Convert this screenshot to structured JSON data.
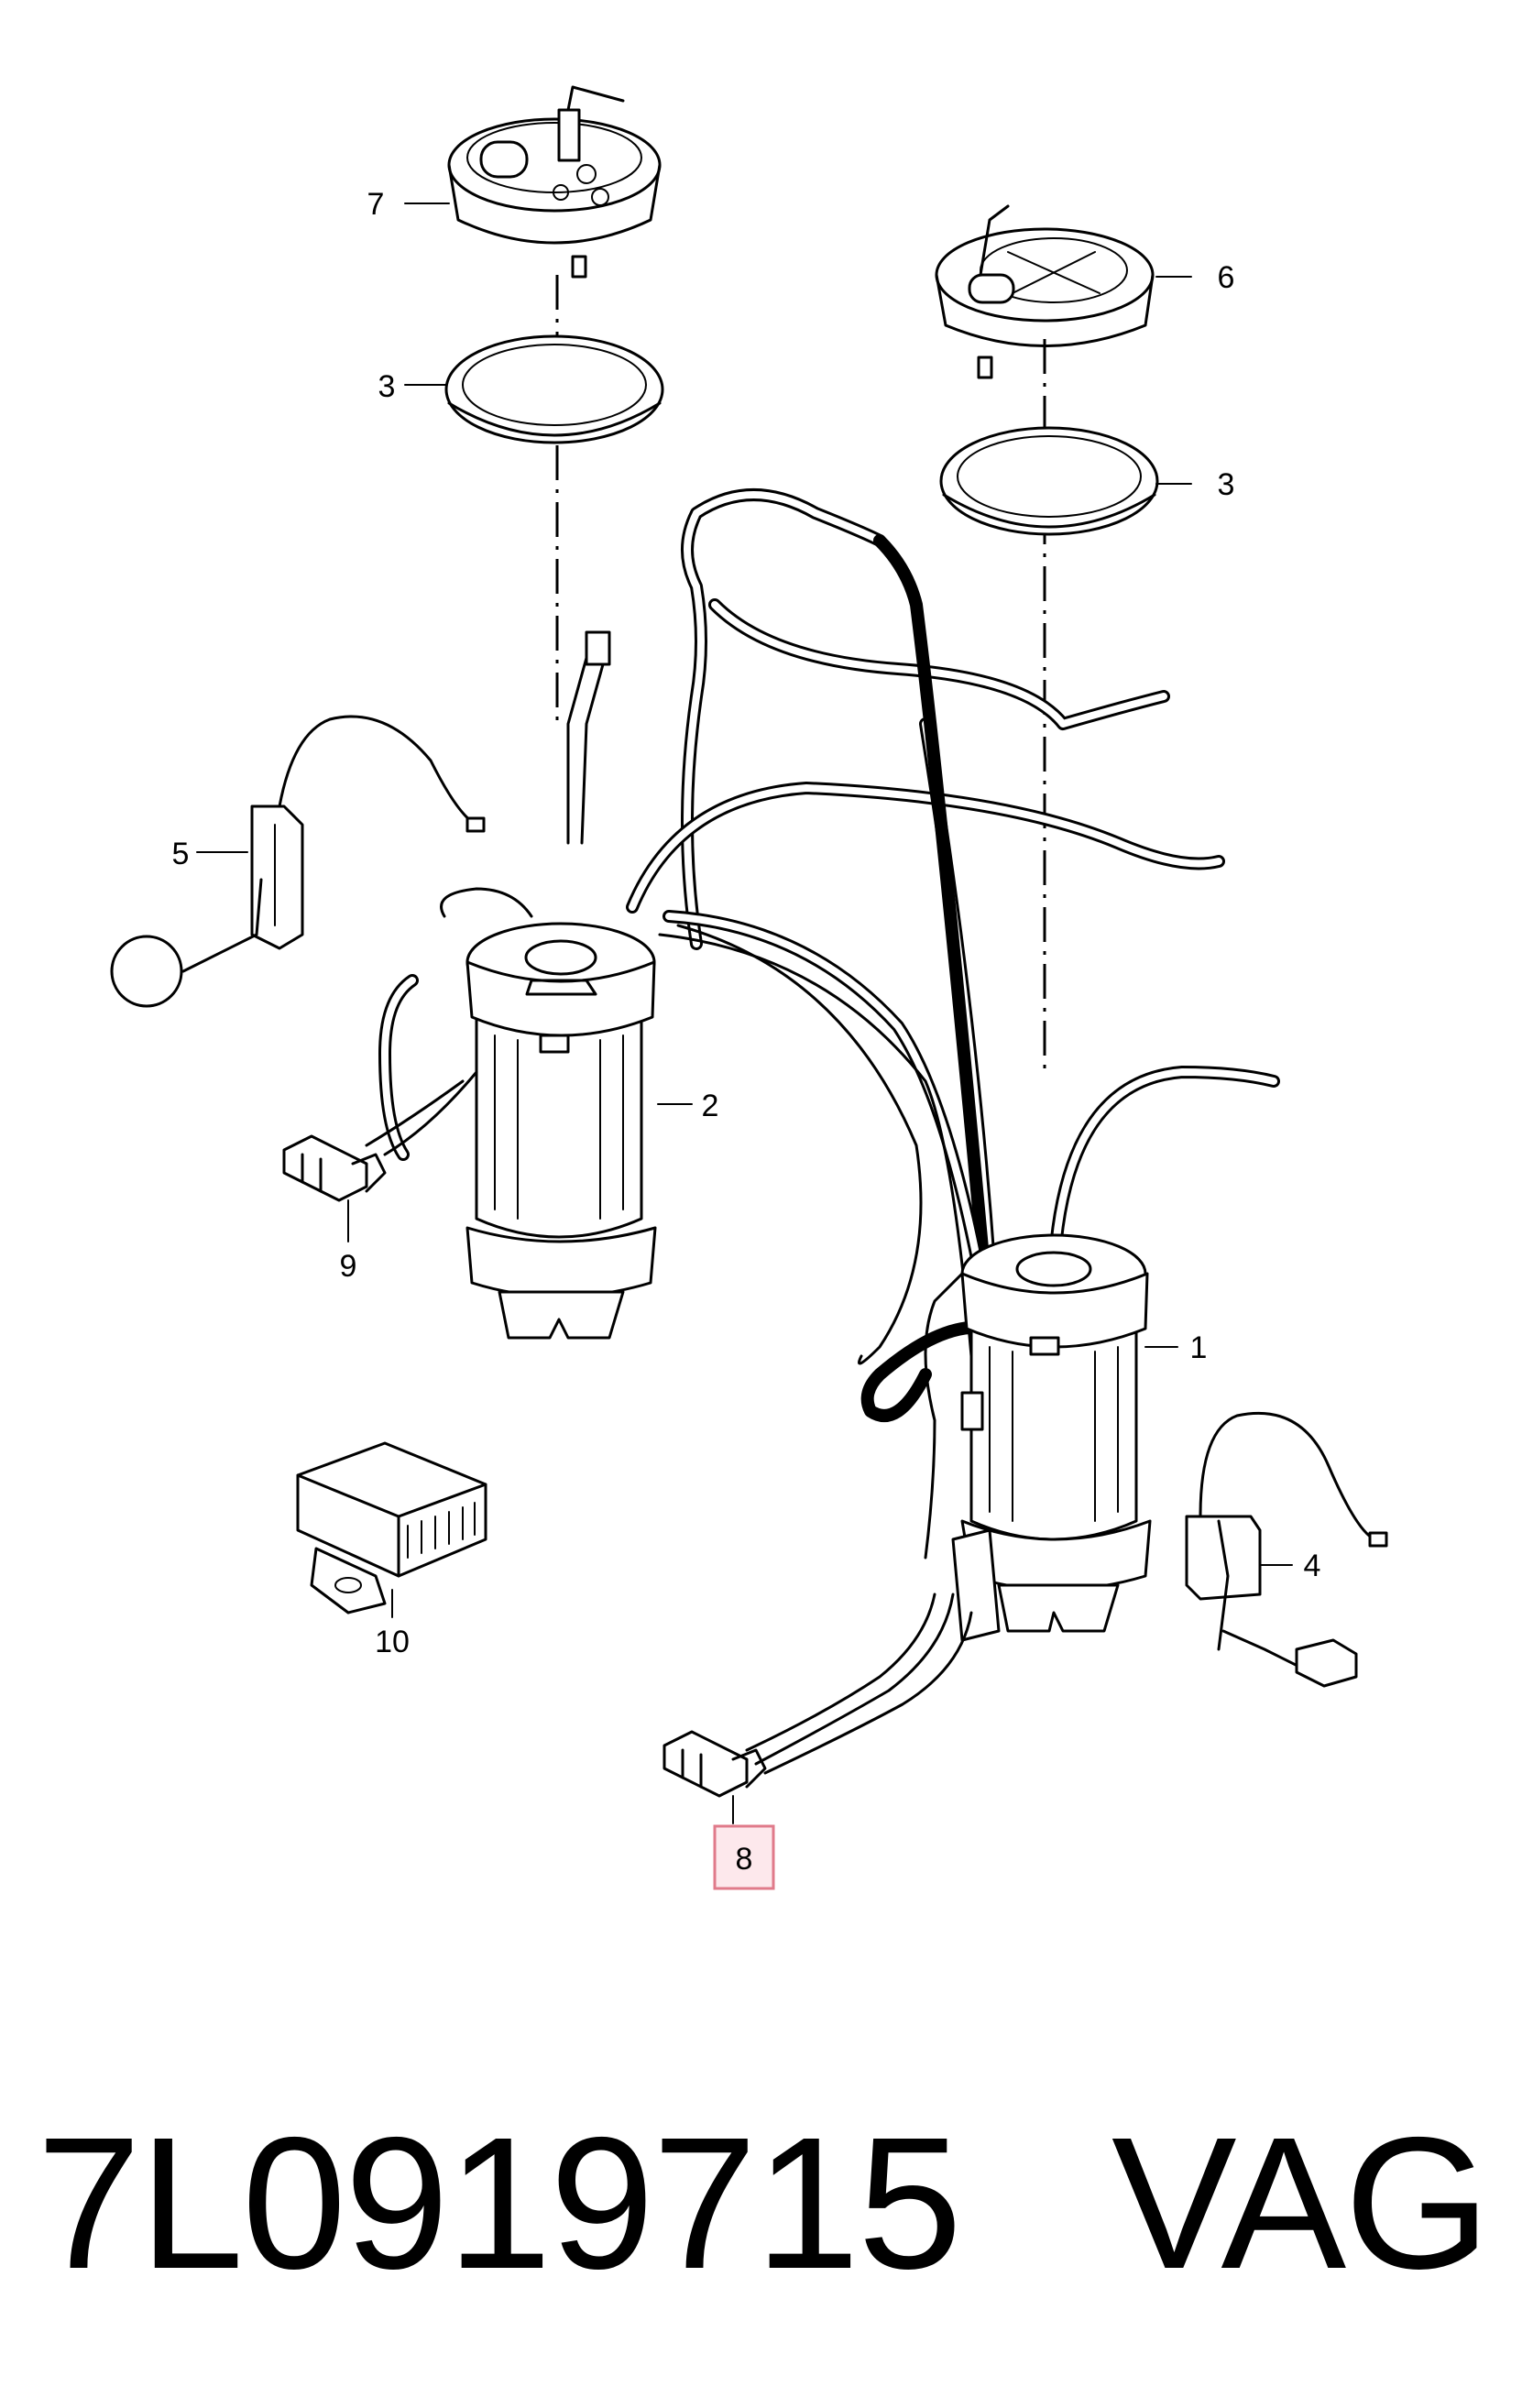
{
  "callouts": {
    "c1": "1",
    "c2": "2",
    "c3a": "3",
    "c3b": "3",
    "c4": "4",
    "c5": "5",
    "c6": "6",
    "c7": "7",
    "c8": "8",
    "c9": "9",
    "c10": "10"
  },
  "highlight": {
    "callout": "8",
    "border_color": "#e07a8a",
    "fill_color": "#fde8ec"
  },
  "caption": {
    "part_number": "7L0919715",
    "brand": "VAG"
  }
}
